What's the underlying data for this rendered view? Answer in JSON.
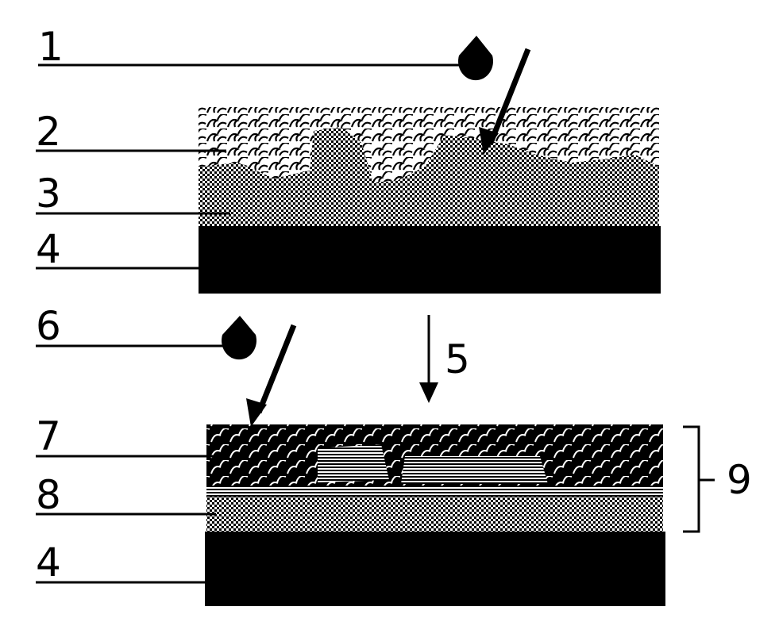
{
  "labels": {
    "l1": "1",
    "l2": "2",
    "l3": "3",
    "l4a": "4",
    "l6": "6",
    "l5": "5",
    "l7": "7",
    "l8": "8",
    "l4b": "4",
    "l9": "9"
  },
  "colors": {
    "ink": "#000000",
    "paper": "#ffffff"
  }
}
